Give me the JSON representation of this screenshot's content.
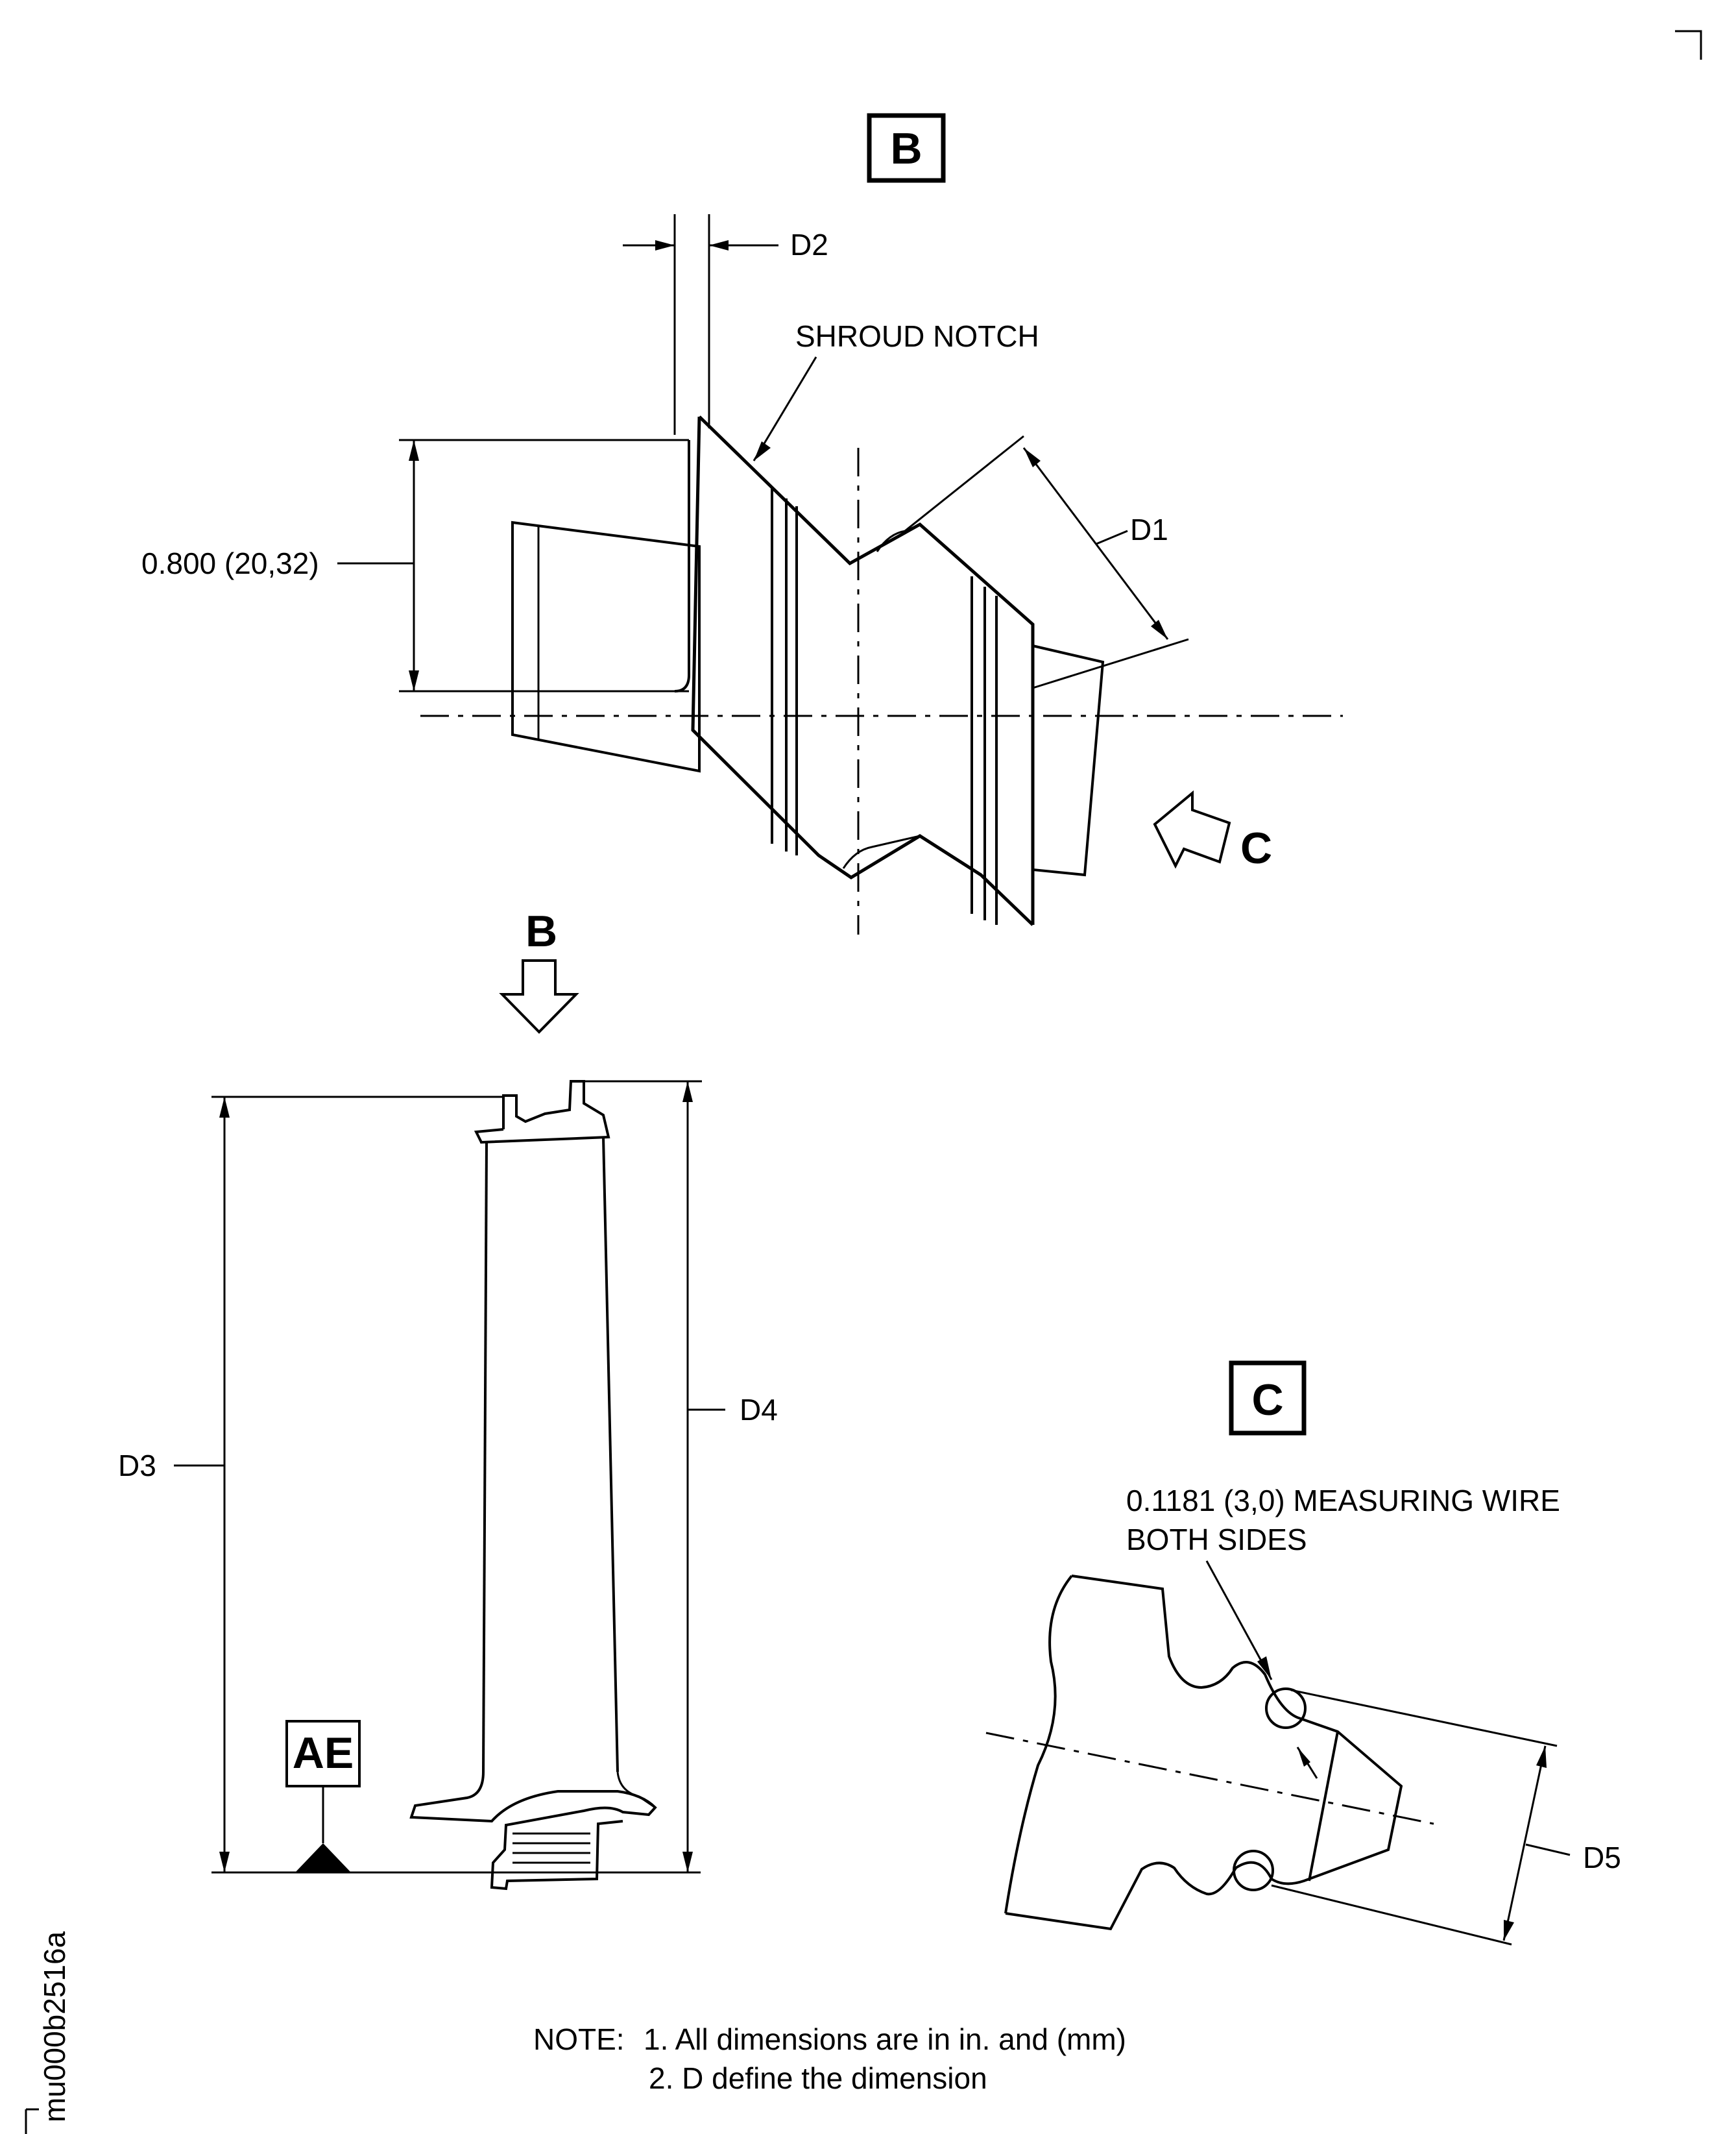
{
  "views": {
    "b_view_label": "B",
    "c_view_label": "C",
    "b_arrow_label": "B",
    "c_arrow_label": "C"
  },
  "dimensions": {
    "d1": "D1",
    "d2": "D2",
    "d3": "D3",
    "d4": "D4",
    "d5": "D5",
    "shroud_height": "0.800 (20,32)"
  },
  "callouts": {
    "shroud_notch": "SHROUD NOTCH",
    "measuring_wire_line1": "0.1181 (3,0) MEASURING WIRE",
    "measuring_wire_line2": "BOTH SIDES"
  },
  "datum": {
    "label": "AE"
  },
  "notes": {
    "heading": "NOTE:",
    "line1": "1. All dimensions are in in. and (mm)",
    "line2": "2. D define the dimension"
  },
  "figure_id": "mu000b2516a"
}
